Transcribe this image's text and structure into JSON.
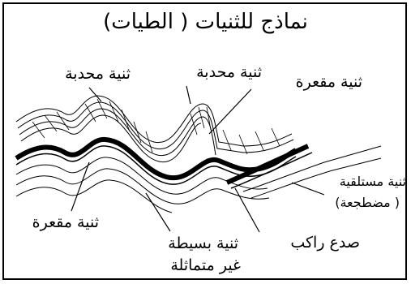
{
  "title": "نماذج للثنيات ( الطيات)",
  "labels": {
    "anticline_left": "ثنية محدبة",
    "anticline_right": "ثنية محدبة",
    "syncline_top": "ثنية مقعرة",
    "recumbent_line1": "ثنية مستلقية",
    "recumbent_line2": "( مضطجعة)",
    "syncline_bottom": "ثنية مقعرة",
    "simple_asym_line1": "ثنية بسيطة",
    "simple_asym_line2": "غير متماثلة",
    "thrust_fault": "صدع راكب"
  }
}
